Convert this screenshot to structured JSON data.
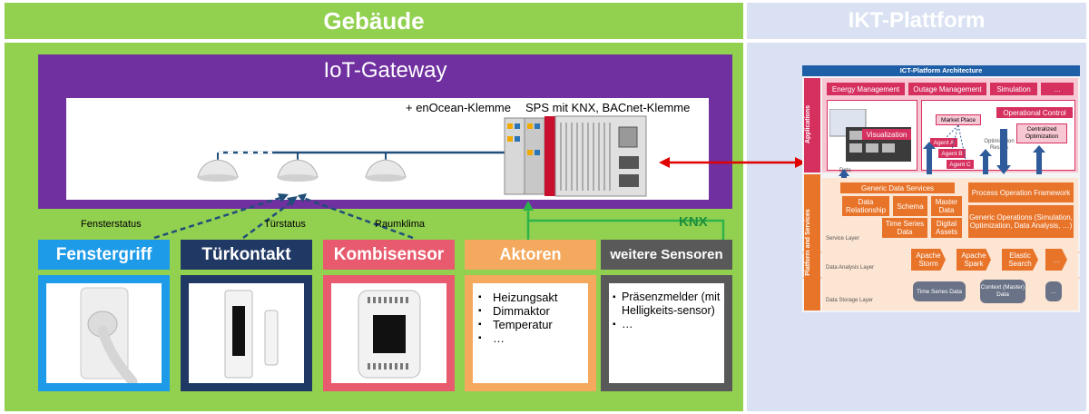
{
  "header": {
    "left": "Gebäude",
    "right": "IKT-Plattform"
  },
  "gateway": {
    "title": "IoT-Gateway",
    "enocean_label": "+ enOcean-Klemme",
    "sps_label": "SPS mit KNX, BACnet-Klemme"
  },
  "links": {
    "fenster": "Fensterstatus",
    "tuer": "Türstatus",
    "raum": "Raumklima",
    "knx": "KNX"
  },
  "sensors": [
    {
      "title": "Fenstergriff",
      "color": "#1e9be8"
    },
    {
      "title": "Türkontakt",
      "color": "#203864"
    },
    {
      "title": "Kombisensor",
      "color": "#e85a6e"
    },
    {
      "title": "Aktoren",
      "color": "#f4a95e"
    },
    {
      "title": "weitere Sensoren",
      "color": "#595959"
    }
  ],
  "aktoren_items": [
    "Heizungsakt",
    "Dimmaktor",
    "Temperatur",
    "…"
  ],
  "weitere_items": [
    "Präsenzmelder (mit Helligkeits-sensor)",
    "…"
  ],
  "ict": {
    "title": "ICT-Platform Architecture",
    "applications_label": "Applications",
    "platform_label": "Platform and Services",
    "app_buttons": [
      "Energy Management",
      "Outage Management",
      "Simulation",
      "…"
    ],
    "visualization": "Visualization",
    "operational_control": "Operational Control",
    "market_place": "Market Place",
    "agents": [
      "Agent A",
      "Agent B",
      "Agent C"
    ],
    "optimization_results": "Optimization Results",
    "centralized_optimization": "Centralized Optimization",
    "data_label": "Data",
    "generic_data_services": "Generic Data Services",
    "data_relationship": "Data Relationship",
    "schema": "Schema",
    "master_data": "Master Data",
    "time_series_data": "Time Series Data",
    "digital_assets": "Digital Assets",
    "process_operation_framework": "Process Operation Framework",
    "generic_operations": "Generic Operations (Simulation, Optimization, Data Analysis, …)",
    "service_layer": "Service Layer",
    "data_analysis_layer": "Data Analysis Layer",
    "analysis_items": [
      "Apache Storm",
      "Apache Spark",
      "Elastic Search",
      "…"
    ],
    "data_storage_layer": "Data Storage Layer",
    "storage_items": [
      "Time Series Data",
      "Context (Master) Data",
      "…"
    ]
  }
}
